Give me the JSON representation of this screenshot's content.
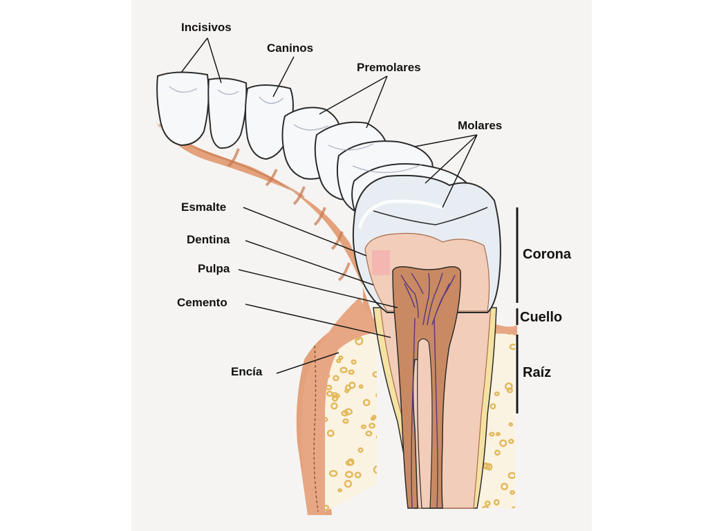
{
  "labels": {
    "incisivos": "Incisivos",
    "caninos": "Caninos",
    "premolares": "Premolares",
    "molares": "Molares",
    "esmalte": "Esmalte",
    "dentina": "Dentina",
    "pulpa": "Pulpa",
    "cemento": "Cemento",
    "encia": "Encía",
    "corona": "Corona",
    "cuello": "Cuello",
    "raiz": "Raíz"
  },
  "colors": {
    "gum": "#e3a27c",
    "gum_dark": "#c9774d",
    "enamel": "#e8edf3",
    "tooth_white": "#f7f8fa",
    "dentin": "#f2cdb9",
    "pulp": "#c98a63",
    "nerve": "#5b3a7a",
    "bone": "#fbf3e1",
    "bone_dots": "#e2b85a",
    "cementum": "#f4e2a3",
    "highlight": "#f4b6b0"
  }
}
